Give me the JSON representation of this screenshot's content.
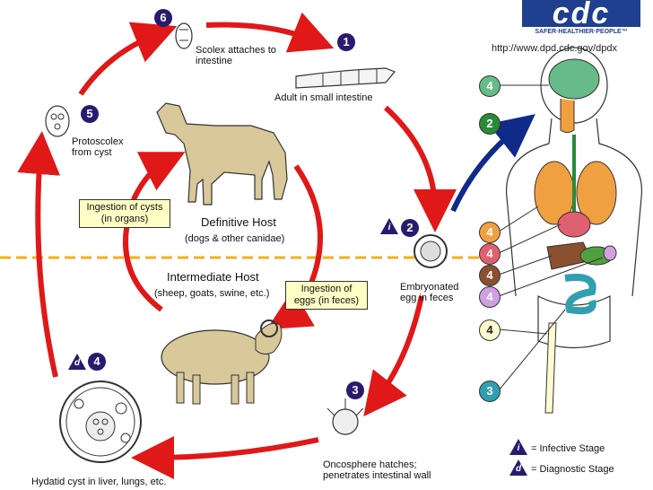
{
  "cdc": {
    "logo_text": "cdc",
    "tagline": "SAFER·HEALTHIER·PEOPLE™",
    "url": "http://www.dpd.cdc.gov/dpdx"
  },
  "stages": {
    "s1": {
      "num": "1",
      "label": "Adult in small intestine"
    },
    "s2": {
      "num": "2",
      "label": "Embryonated egg in feces"
    },
    "s3": {
      "num": "3",
      "label": "Oncosphere hatches; penetrates intestinal wall"
    },
    "s4": {
      "num": "4",
      "label": "Hydatid cyst in liver, lungs, etc."
    },
    "s5": {
      "num": "5",
      "label": "Protoscolex from cyst"
    },
    "s6": {
      "num": "6",
      "label": "Scolex attaches to intestine"
    }
  },
  "hosts": {
    "definitive_title": "Definitive Host",
    "definitive_sub": "(dogs & other canidae)",
    "intermediate_title": "Intermediate Host",
    "intermediate_sub": "(sheep, goats, swine, etc.)"
  },
  "boxes": {
    "cysts": "Ingestion of cysts (in organs)",
    "eggs": "Ingestion of eggs (in feces)"
  },
  "legend": {
    "infective_letter": "i",
    "infective": "= Infective Stage",
    "diagnostic_letter": "d",
    "diagnostic": "= Diagnostic Stage"
  },
  "body_labels": [
    {
      "num": "4",
      "color": "#66bb88"
    },
    {
      "num": "2",
      "color": "#2a8a3a"
    },
    {
      "num": "4",
      "color": "#f0a040"
    },
    {
      "num": "4",
      "color": "#e06070"
    },
    {
      "num": "4",
      "color": "#8a5030"
    },
    {
      "num": "4",
      "color": "#d0a0e0"
    },
    {
      "num": "4",
      "color": "#fffbd0"
    },
    {
      "num": "3",
      "color": "#30a0b0"
    }
  ]
}
